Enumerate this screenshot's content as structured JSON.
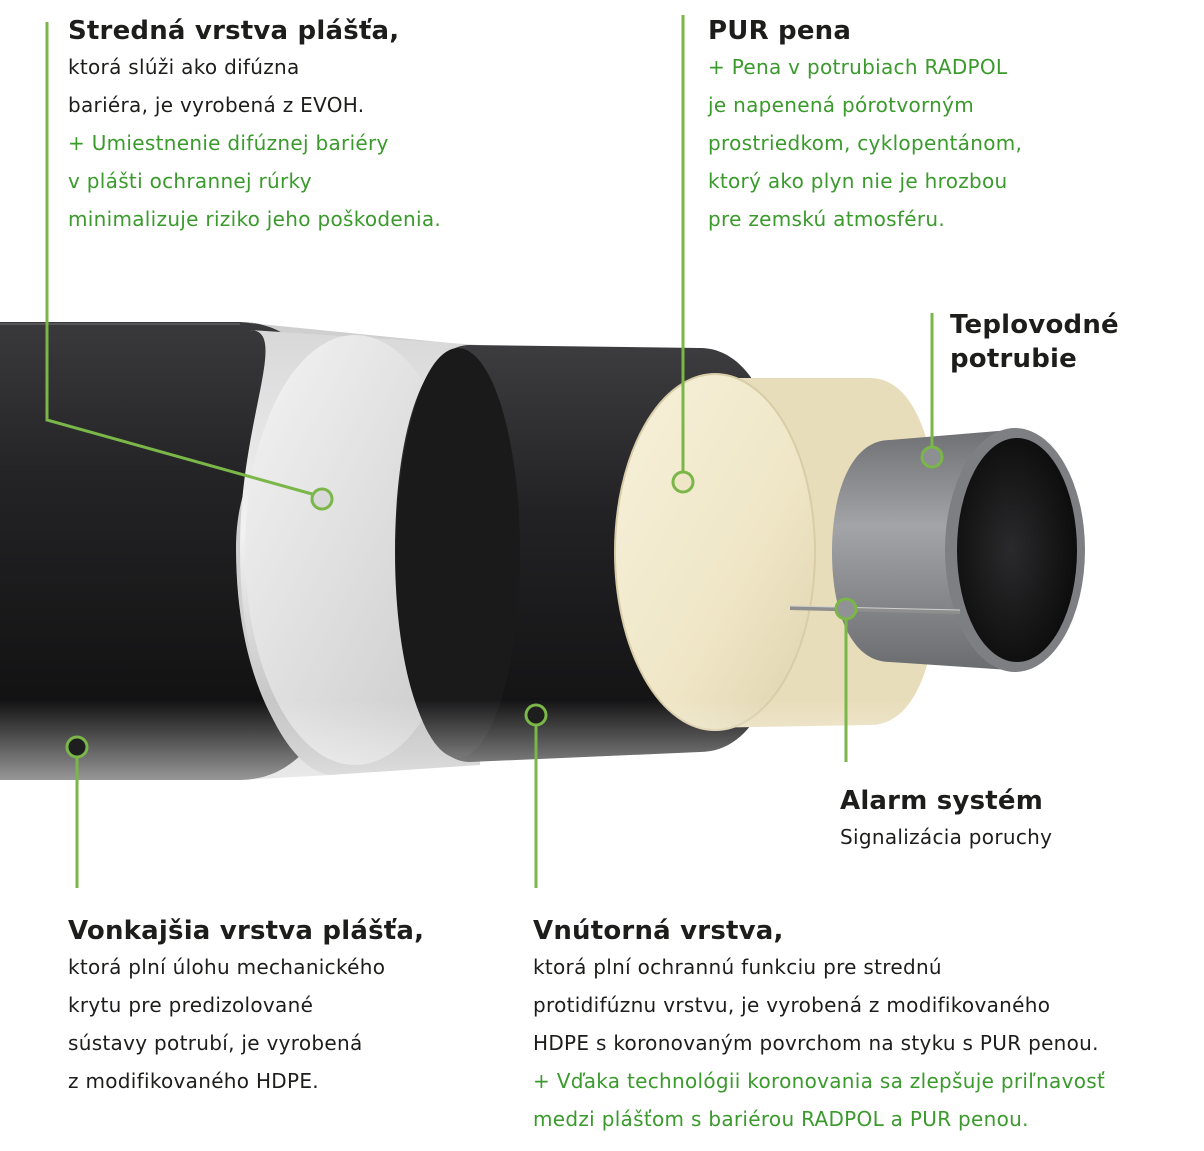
{
  "colors": {
    "accent": "#7ab648",
    "green_text": "#3a9a2c",
    "title_text": "#1d1d1b",
    "pipe_black": "#202022",
    "barrier_white": "#e6e6e6",
    "foam_cream": "#f3ecd2",
    "steel_grey": "#8b8d90"
  },
  "labels": {
    "middle_layer": {
      "title": "Stredná vrstva plášťa,",
      "lines": [
        {
          "text": "ktorá slúži ako difúzna",
          "green": false
        },
        {
          "text": "bariéra, je vyrobená z EVOH.",
          "green": false
        },
        {
          "text": "+ Umiestnenie difúznej bariéry",
          "green": true
        },
        {
          "text": "v plášti ochrannej rúrky",
          "green": true
        },
        {
          "text": "minimalizuje riziko jeho poškodenia.",
          "green": true
        }
      ]
    },
    "pur_foam": {
      "title": "PUR pena",
      "lines": [
        {
          "text": "+ Pena v potrubiach RADPOL",
          "green": true
        },
        {
          "text": "je napenená pórotvorným",
          "green": true
        },
        {
          "text": "prostriedkom, cyklopentánom,",
          "green": true
        },
        {
          "text": "ktorý ako plyn nie je hrozbou",
          "green": true
        },
        {
          "text": "pre zemskú atmosféru.",
          "green": true
        }
      ]
    },
    "heating_pipe": {
      "title_lines": [
        "Teplovodné",
        "potrubie"
      ]
    },
    "alarm": {
      "title": "Alarm systém",
      "lines": [
        {
          "text": "Signalizácia poruchy",
          "green": false
        }
      ]
    },
    "outer_layer": {
      "title": "Vonkajšia vrstva plášťa,",
      "lines": [
        {
          "text": "ktorá plní úlohu mechanického",
          "green": false
        },
        {
          "text": "krytu pre predizolované",
          "green": false
        },
        {
          "text": "sústavy potrubí, je vyrobená",
          "green": false
        },
        {
          "text": "z modifikovaného HDPE.",
          "green": false
        }
      ]
    },
    "inner_layer": {
      "title": "Vnútorná vrstva,",
      "lines": [
        {
          "text": "ktorá plní ochrannú funkciu pre strednú",
          "green": false
        },
        {
          "text": "protidifúznu vrstvu, je vyrobená z modifikovaného",
          "green": false
        },
        {
          "text": "HDPE  s koronovaným povrchom na styku s PUR penou.",
          "green": false
        },
        {
          "text": "+ Vďaka technológii koronovania sa zlepšuje priľnavosť",
          "green": true
        },
        {
          "text": "medzi plášťom s bariérou RADPOL a PUR penou.",
          "green": true
        }
      ]
    }
  }
}
